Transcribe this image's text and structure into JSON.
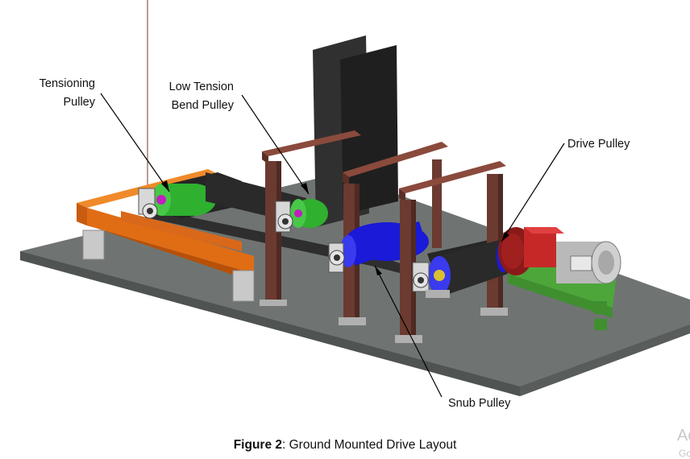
{
  "labels": {
    "tensioning_line1": "Tensioning",
    "tensioning_line2": "Pulley",
    "low_tension_line1": "Low Tension",
    "low_tension_line2": "Bend Pulley",
    "drive_pulley": "Drive Pulley",
    "snub_pulley": "Snub Pulley"
  },
  "caption": {
    "figure_label": "Figure 2",
    "text": ": Ground Mounted Drive Layout"
  },
  "watermark": {
    "line1": "Ac",
    "line2": "Gc"
  },
  "colors": {
    "base_plate": "#6f7472",
    "base_plate_edge": "#4a4e4c",
    "frame_steel": "#6b3a30",
    "tension_frame": "#e06d14",
    "belt": "#262626",
    "tension_pulley": "#2fb02f",
    "snub_pulley": "#1a1ad8",
    "drive_pulley": "#222222",
    "gearbox": "#c62828",
    "motor": "#b9b9b9",
    "motor_base": "#3f8f2f",
    "bearing": "#d8d8d8"
  }
}
